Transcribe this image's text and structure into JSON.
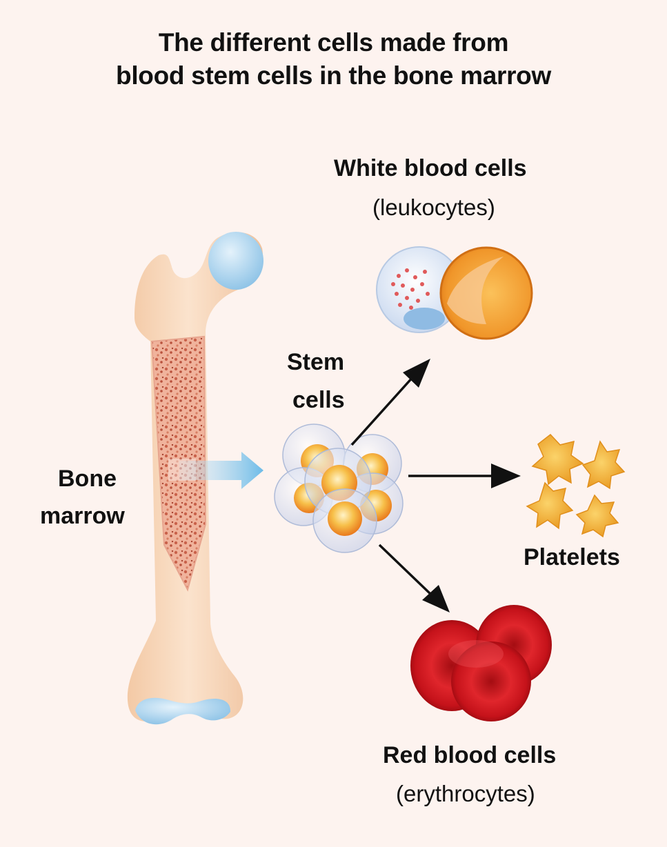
{
  "title": {
    "line1": "The different cells made from",
    "line2": "blood stem cells in the bone marrow"
  },
  "labels": {
    "bone_marrow_1": "Bone",
    "bone_marrow_2": "marrow",
    "stem_cells_1": "Stem",
    "stem_cells_2": "cells",
    "white_blood_cells": "White blood cells",
    "white_blood_cells_sub": "(leukocytes)",
    "platelets": "Platelets",
    "red_blood_cells": "Red blood cells",
    "red_blood_cells_sub": "(erythrocytes)"
  },
  "colors": {
    "background": "#fdf3ef",
    "bone": "#f7d6b8",
    "marrow": "#e9a48c",
    "cartilage": "#a9d3ef",
    "stem_cell_core": "#f4a21e",
    "platelet": "#f3b43a",
    "red_cell": "#d8141b",
    "arrow": "#111111",
    "marrow_arrow": "#7ec6ec"
  }
}
